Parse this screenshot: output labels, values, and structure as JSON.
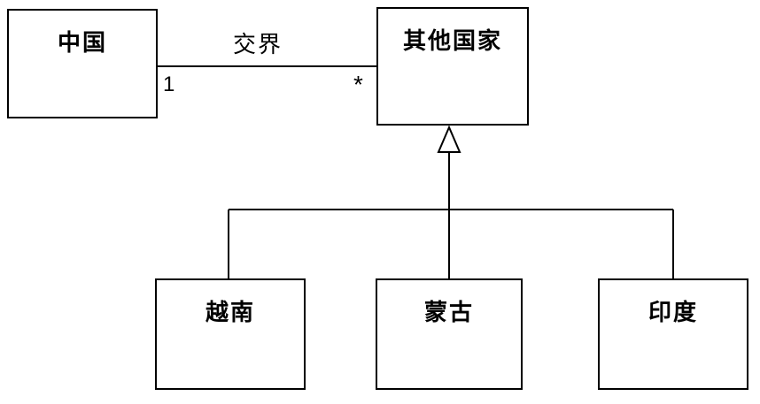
{
  "diagram": {
    "classes": {
      "china": {
        "label": "中国"
      },
      "others": {
        "label": "其他国家"
      },
      "vietnam": {
        "label": "越南"
      },
      "mongolia": {
        "label": "蒙古"
      },
      "india": {
        "label": "印度"
      }
    },
    "association": {
      "label": "交界",
      "multiplicity_china": "1",
      "multiplicity_others": "*"
    },
    "colors": {
      "line": "#000000",
      "box_fill": "#ffffff",
      "background": "#ffffff"
    }
  }
}
